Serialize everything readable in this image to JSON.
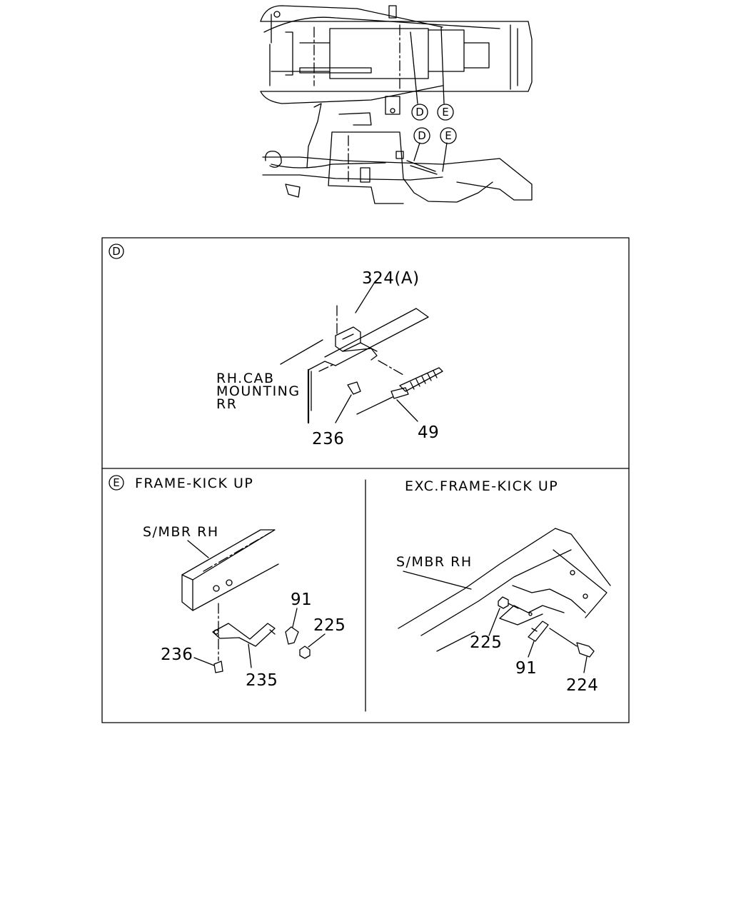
{
  "overview": {
    "callout_d": "D",
    "callout_e": "E"
  },
  "detail_d": {
    "marker": "D",
    "cab_mounting_label": [
      "RH.CAB",
      "MOUNTING",
      "RR"
    ],
    "part_324": "324(A)",
    "part_236": "236",
    "part_49": "49"
  },
  "detail_e_left": {
    "marker": "E",
    "title": "FRAME-KICK UP",
    "smbr_label": "S/MBR RH",
    "part_91": "91",
    "part_225": "225",
    "part_236": "236",
    "part_235": "235"
  },
  "detail_e_right": {
    "title": "EXC.FRAME-KICK UP",
    "smbr_label": "S/MBR RH",
    "part_225": "225",
    "part_91": "91",
    "part_224": "224"
  }
}
